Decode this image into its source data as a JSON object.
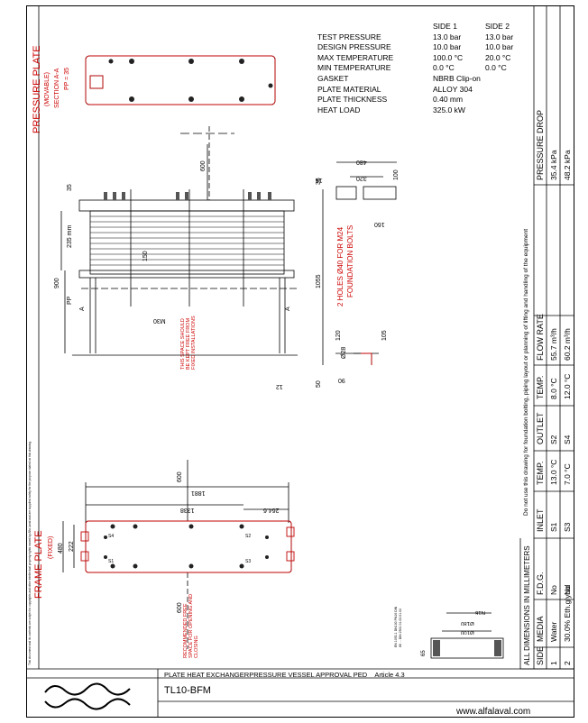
{
  "specs": {
    "side1_header": "SIDE 1",
    "side2_header": "SIDE 2",
    "rows": [
      {
        "label": "TEST PRESSURE",
        "s1": "13.0 bar",
        "s2": "13.0 bar"
      },
      {
        "label": "DESIGN PRESSURE",
        "s1": "10.0 bar",
        "s2": "10.0 bar"
      },
      {
        "label": "MAX TEMPERATURE",
        "s1": "100.0 °C",
        "s2": "20.0 °C"
      },
      {
        "label": "MIN TEMPERATURE",
        "s1": "0.0 °C",
        "s2": "0.0 °C"
      },
      {
        "label": "GASKET",
        "s1": "NBRB Clip-on",
        "s2": ""
      },
      {
        "label": "PLATE MATERIAL",
        "s1": "ALLOY 304",
        "s2": ""
      },
      {
        "label": "PLATE THICKNESS",
        "s1": "0.40 mm",
        "s2": ""
      },
      {
        "label": "HEAT LOAD",
        "s1": "325.0 kW",
        "s2": ""
      }
    ]
  },
  "labels": {
    "pressure_plate": "PRESSURE PLATE",
    "movable": "(MOVABLE)",
    "section": "SECTION A-A",
    "pp": "PP = 35",
    "frame_plate": "FRAME PLATE",
    "fixed": "(FIXED)",
    "free_space": "THIS SPACE SHOULD BE KEPT FREE FROM FIXED INSTALLATIONS",
    "recommended": "RECOMMENDED FREE SPACE FOR OPENING AND CLOSING",
    "foundation": "2 HOLES Ø40 FOR M24",
    "foundation2": "FOUNDATION BOLTS",
    "all_dims": "ALL DIMENSIONS IN MILLIMETERS",
    "warning": "Do not use this drawing for foundation bolting, piping layout or planning of lifting and handling of the equipment",
    "left_disclaimer": "This document and its contents are subject to copyrights and other intellectual property rights owned by Alfa Laval and are supplied solely for the purpose stated on this drawing."
  },
  "dims": {
    "d600": "600",
    "d35": "35",
    "d235": "235 mm",
    "d900": "900",
    "dPP": "PP",
    "d150": "150",
    "dM30": "M30",
    "d480": "480",
    "d320": "320",
    "d100": "100",
    "d14": "14",
    "d160": "160",
    "d1055": "1055",
    "d120": "120",
    "d28": "Ø28",
    "d105": "105",
    "d90": "90",
    "d50": "50",
    "d12": "12",
    "dA": "A",
    "d1881": "1881",
    "d1338": "1338",
    "d264": "264.6",
    "d222": "222",
    "d480b": "480",
    "d600b": "600",
    "dN16": "N16",
    "d180": "Ø180",
    "d100b": "Ø100",
    "d65": "65",
    "s1": "S1",
    "s2": "S2",
    "s3": "S3",
    "s4": "S4",
    "note": "EN 1092-1 DN100 PN16 DIN 86 ... DIN 2501 01.02.01.04"
  },
  "table": {
    "headers": [
      "SIDE",
      "MEDIA",
      "F.D.G.",
      "INLET",
      "TEMP.",
      "OUTLET",
      "TEMP.",
      "FLOW RATE",
      "PRESSURE DROP"
    ],
    "rows": [
      [
        "1",
        "Water",
        "No",
        "S1",
        "13.0 °C",
        "S2",
        "8.0 °C",
        "55.7 m³/h",
        "35.4 kPa"
      ],
      [
        "2",
        "30.0% Eth.glycol",
        "No",
        "S3",
        "7.0 °C",
        "S4",
        "12.0 °C",
        "60.2 m³/h",
        "48.2 kPa"
      ]
    ]
  },
  "title_block": {
    "title": "PLATE HEAT EXCHANGER",
    "ped": "PRESSURE VESSEL APPROVAL PED",
    "article": "Article 4.3",
    "model": "TL10-BFM",
    "url": "www.alfalaval.com",
    "logo": "Alfa Laval"
  },
  "colors": {
    "red": "#c00000",
    "line": "#000000"
  }
}
